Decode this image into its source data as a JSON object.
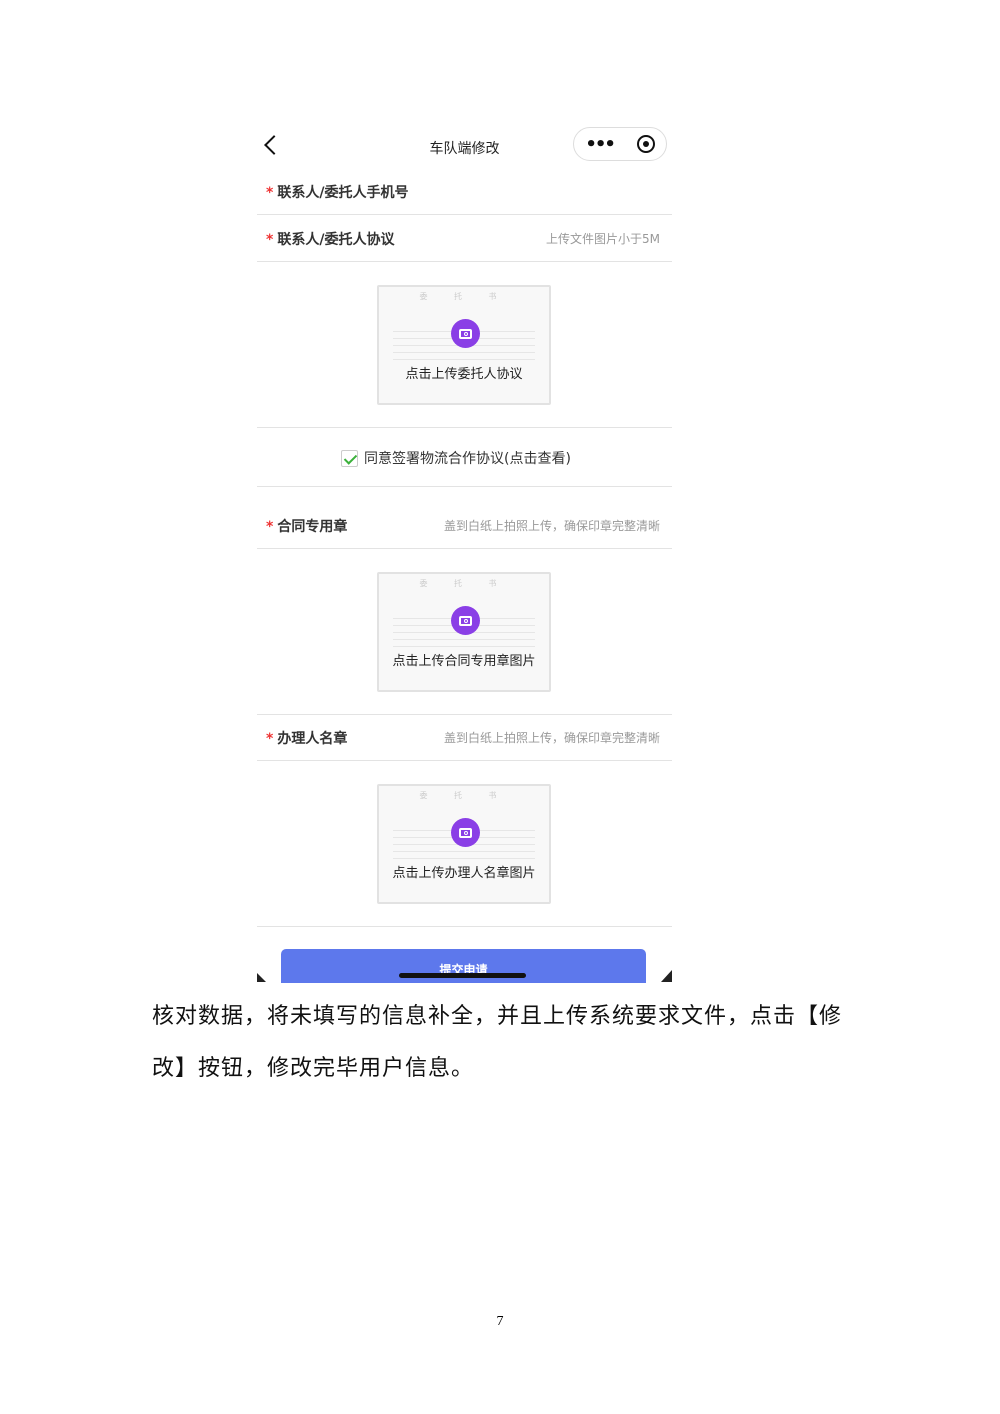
{
  "phone": {
    "nav": {
      "title": "车队端修改"
    },
    "fields": [
      {
        "label": "联系人/委托人手机号",
        "hint": ""
      },
      {
        "label": "联系人/委托人协议",
        "hint": "上传文件图片小于5M"
      },
      {
        "label": "合同专用章",
        "hint": "盖到白纸上拍照上传，确保印章完整清晰"
      },
      {
        "label": "办理人名章",
        "hint": "盖到白纸上拍照上传，确保印章完整清晰"
      }
    ],
    "required_mark": "*",
    "uploads": [
      {
        "text": "点击上传委托人协议",
        "sample": "委 托 书"
      },
      {
        "text": "点击上传合同专用章图片",
        "sample": "委 托 书"
      },
      {
        "text": "点击上传办理人名章图片",
        "sample": "委 托 书"
      }
    ],
    "agreement": "同意签署物流合作协议(点击查看)",
    "agreement_checked": true,
    "submit_label": "提交申请",
    "colors": {
      "accent": "#8a3fe6",
      "button": "#5d78ec",
      "required": "#e33333"
    }
  },
  "document": {
    "line1": "核对数据，将未填写的信息补全，并且上传系统要求文件，点击【修",
    "line2": "改】按钮，修改完毕用户信息。",
    "page_number": "7"
  }
}
